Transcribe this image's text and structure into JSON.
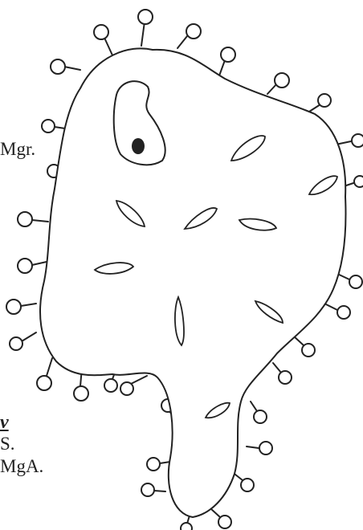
{
  "texts": {
    "fragment_1": "Mgr.",
    "fragment_2": "v",
    "fragment_3": "S.",
    "fragment_4": "MgA."
  },
  "illustration": {
    "stroke_color": "#222222",
    "fill_color": "#ffffff",
    "nucleus_color": "#222222"
  }
}
